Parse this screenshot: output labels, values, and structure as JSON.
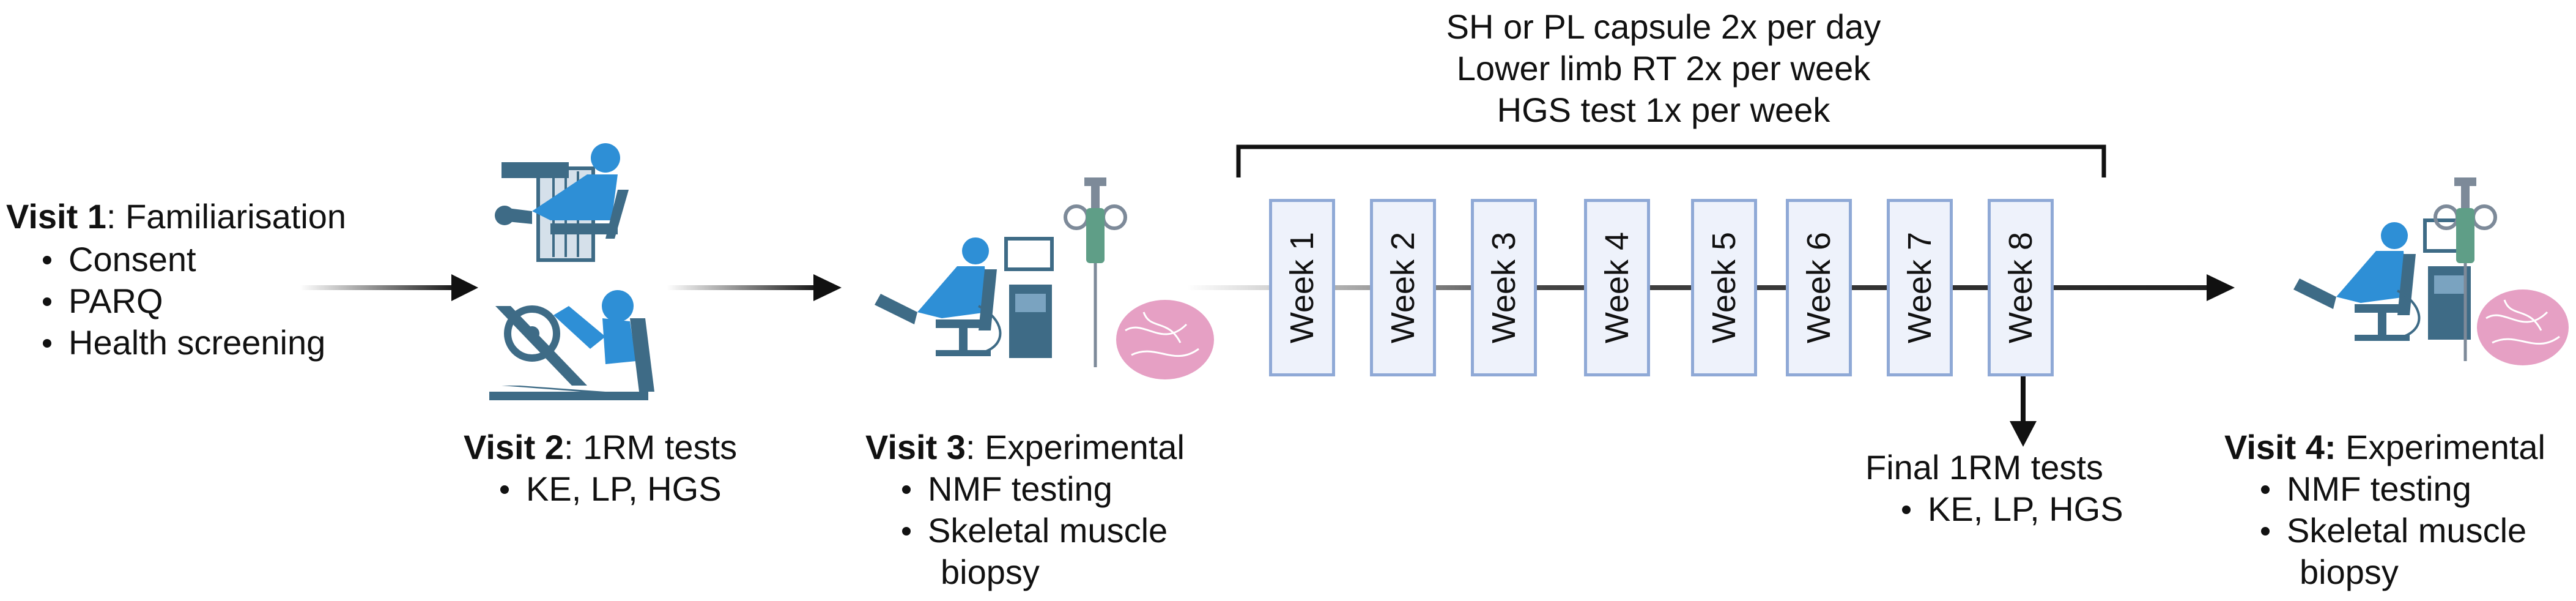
{
  "header": {
    "line1": "SH or PL capsule 2x per day",
    "line2": "Lower limb RT 2x per week",
    "line3": "HGS test 1x per week"
  },
  "visit1": {
    "title_bold": "Visit 1",
    "title_rest": ": Familiarisation",
    "items": [
      "Consent",
      "PARQ",
      "Health screening"
    ]
  },
  "visit2": {
    "title_bold": "Visit 2",
    "title_rest": ": 1RM tests",
    "items": [
      "KE, LP, HGS"
    ]
  },
  "visit3": {
    "title_bold": "Visit 3",
    "title_rest": ": Experimental",
    "items": [
      "NMF testing",
      "Skeletal muscle",
      "biopsy"
    ]
  },
  "final": {
    "title": "Final 1RM tests",
    "items": [
      "KE, LP, HGS"
    ]
  },
  "visit4": {
    "title_bold": "Visit 4:",
    "title_rest": " Experimental",
    "items": [
      "NMF testing",
      "Skeletal muscle",
      "biopsy"
    ]
  },
  "weeks": [
    "Week 1",
    "Week 2",
    "Week 3",
    "Week 4",
    "Week 5",
    "Week 6",
    "Week 7",
    "Week 8"
  ],
  "icons": [
    "leg-extension-machine-icon",
    "leg-press-machine-icon",
    "nmf-testing-station-icon",
    "biopsy-needle-icon",
    "muscle-tissue-icon"
  ],
  "colors": {
    "equipment": "#3e6b86",
    "person": "#2e8fd6",
    "tissue": "#e6a0c4",
    "needle": "#5f9e87",
    "box_fill": "#eef2fb",
    "box_border": "#8fa9d6"
  }
}
